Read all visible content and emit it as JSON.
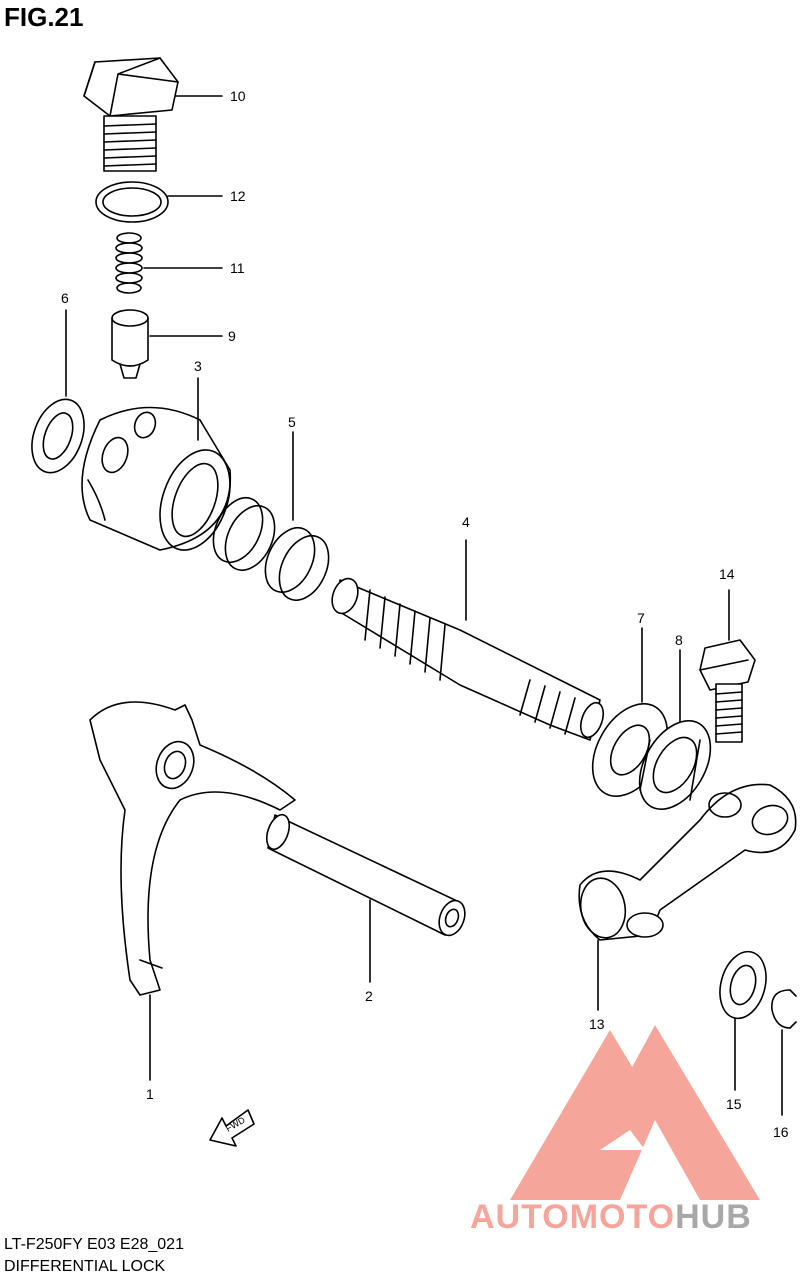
{
  "figure": {
    "title": "FIG.21"
  },
  "footer": {
    "model": "LT-F250FY E03 E28_021",
    "name": "DIFFERENTIAL LOCK"
  },
  "fwd_label": "FWD",
  "watermark": {
    "part1": "AUTO",
    "part2": "MOTO",
    "part3": "HUB",
    "color_primary": "#f6a59a",
    "color_secondary": "#a8a8a8"
  },
  "callouts": {
    "c1": "1",
    "c2": "2",
    "c3": "3",
    "c4": "4",
    "c5": "5",
    "c6": "6",
    "c7": "7",
    "c8": "8",
    "c9": "9",
    "c10": "10",
    "c11": "11",
    "c12": "12",
    "c13": "13",
    "c14": "14",
    "c15": "15",
    "c16": "16"
  }
}
